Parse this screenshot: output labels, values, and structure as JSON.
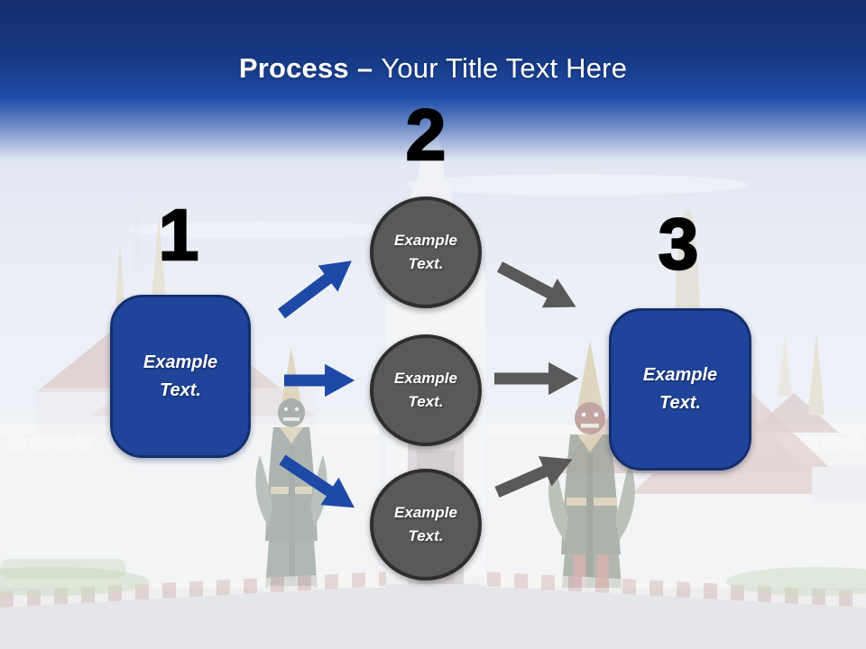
{
  "title": {
    "bold": "Process",
    "dash": "–",
    "rest": "Your Title Text Here"
  },
  "numbers": [
    "1",
    "2",
    "3"
  ],
  "left_box": {
    "text": "Example Text."
  },
  "right_box": {
    "text": "Example Text."
  },
  "circles": [
    {
      "text": "Example Text."
    },
    {
      "text": "Example Text."
    },
    {
      "text": "Example Text."
    }
  ],
  "colors": {
    "header_top": "#142f6e",
    "header_mid": "#173882",
    "header_bottom": "#1e4ca8",
    "box_fill": "#1f4499",
    "box_border": "#142f6e",
    "circle_fill": "#595959",
    "circle_border": "#2e2e2e",
    "arrow_blue": "#1e49a6",
    "arrow_gray": "#595959",
    "number_color": "#000000",
    "title_color": "#ffffff"
  }
}
